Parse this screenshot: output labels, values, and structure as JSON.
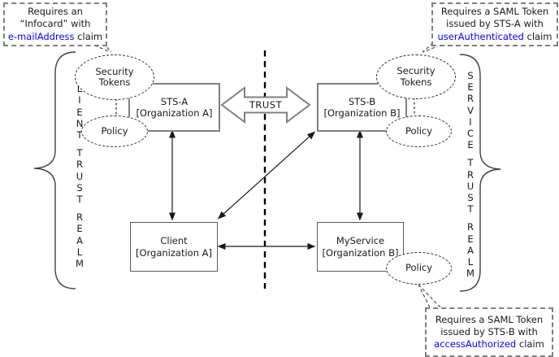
{
  "callouts": {
    "infocard": {
      "line1": "Requires an",
      "line2": "“Infocard” with",
      "highlight": "e-mailAddress",
      "suffix": " claim"
    },
    "sts_a_token": {
      "line1": "Requires a SAML Token",
      "line2": "issued by STS-A with",
      "highlight": "userAuthenticated",
      "suffix": " claim"
    },
    "sts_b_token": {
      "line1": "Requires a SAML Token",
      "line2": "issued by STS-B with",
      "highlight": "accessAuthorized",
      "suffix": " claim"
    }
  },
  "nodes": {
    "sts_a": {
      "name": "STS-A",
      "org": "[Organization A]"
    },
    "sts_b": {
      "name": "STS-B",
      "org": "[Organization B]"
    },
    "client": {
      "name": "Client",
      "org": "[Organization A]"
    },
    "myservice": {
      "name": "MyService",
      "org": "[Organization B]"
    }
  },
  "ellipses": {
    "security_tokens_left": {
      "line1": "Security",
      "line2": "Tokens"
    },
    "security_tokens_right": {
      "line1": "Security",
      "line2": "Tokens"
    },
    "policy_left": {
      "label": "Policy"
    },
    "policy_right": {
      "label": "Policy"
    },
    "policy_service": {
      "label": "Policy"
    }
  },
  "trust_arrow": {
    "label": "TRUST"
  },
  "realms": {
    "left": {
      "word1": "CLIENT",
      "word2": "TRUST",
      "word3": "REALM"
    },
    "right": {
      "word1": "SERVICE",
      "word2": "TRUST",
      "word3": "REALM"
    }
  },
  "colors": {
    "claim_highlight": "#0000ff",
    "callout_border": "#808080",
    "sts_box_border": "#808080",
    "node_box_border": "#595959",
    "arrow": "#1a1a1a"
  }
}
